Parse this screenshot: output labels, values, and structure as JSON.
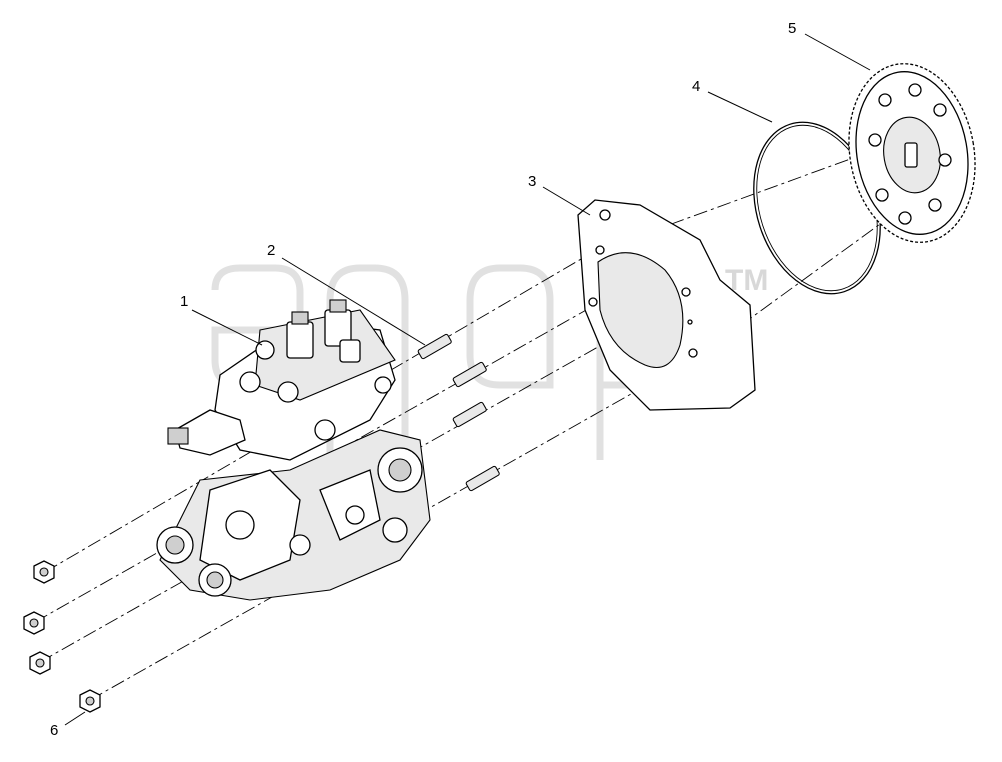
{
  "diagram": {
    "callouts": [
      {
        "id": "1",
        "label": "1"
      },
      {
        "id": "2",
        "label": "2"
      },
      {
        "id": "3",
        "label": "3"
      },
      {
        "id": "4",
        "label": "4"
      },
      {
        "id": "5",
        "label": "5"
      },
      {
        "id": "6",
        "label": "6"
      }
    ],
    "watermark": {
      "trademark": "TM"
    }
  }
}
